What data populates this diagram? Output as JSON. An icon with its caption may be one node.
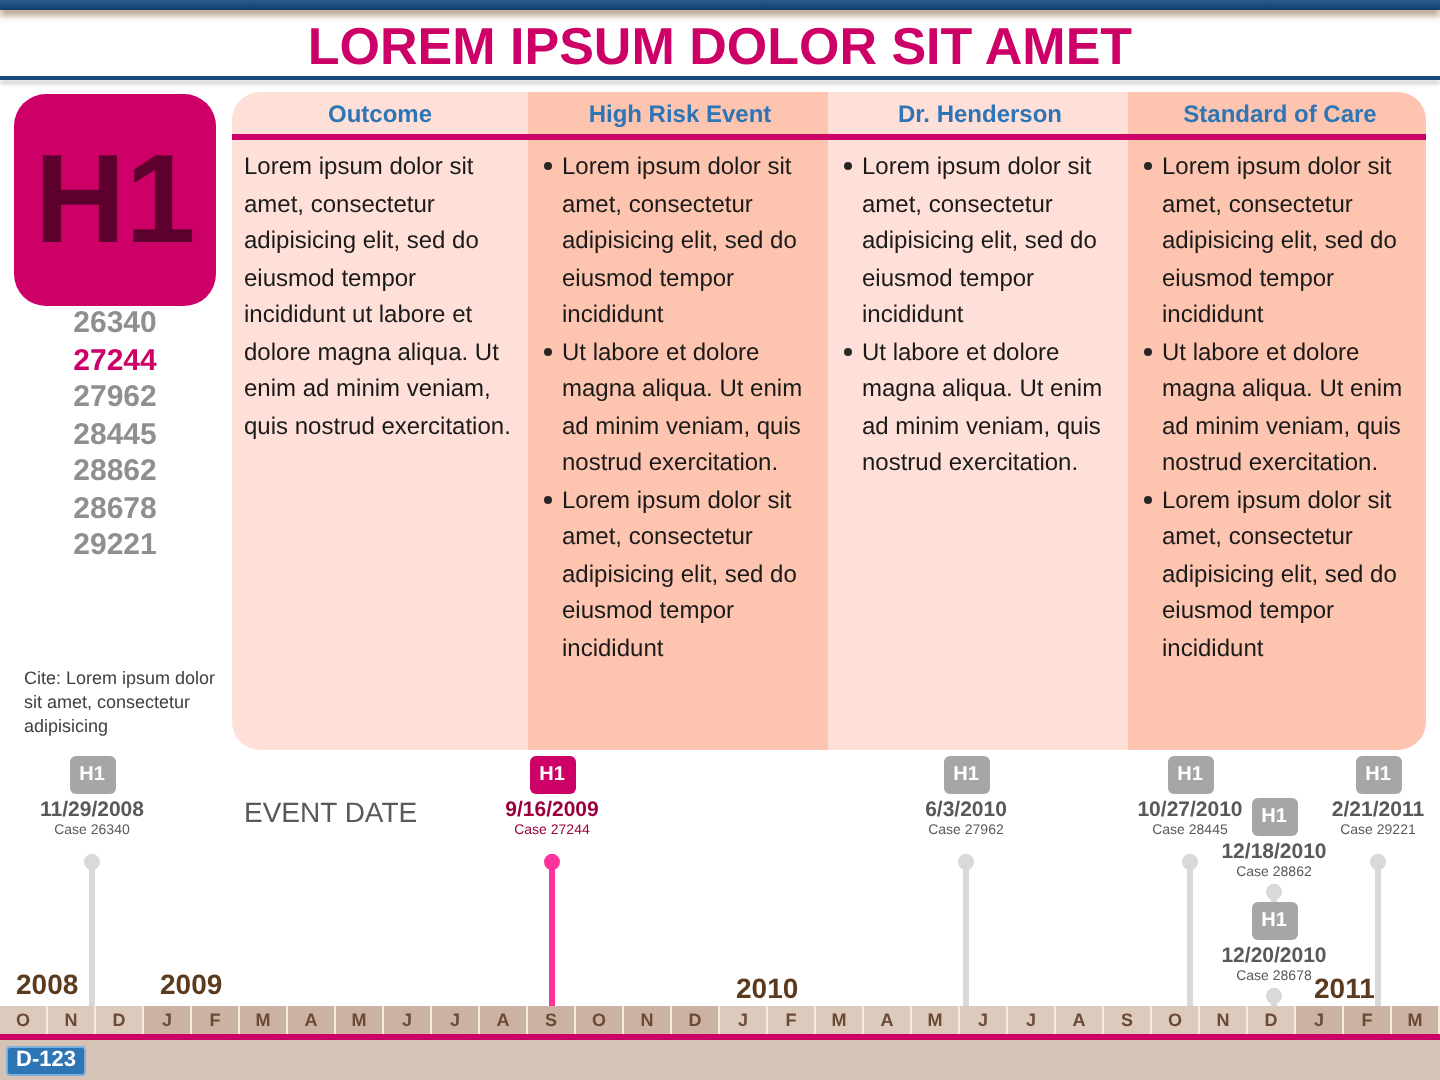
{
  "diagram": {
    "title": "LOREM IPSUM DOLOR SIT AMET",
    "nodes": [
      {
        "text": [
          "H1"
        ]
      },
      {
        "text": [
          "Outcome",
          "Lorem ipsum dolor sit amet, consectetur adipisicing elit, sed do eiusmod tempor incididunt ut labore et dolore magna aliqua. Ut enim ad minim veniam, quis nostrud exercitation."
        ]
      },
      {
        "text": [
          "High Risk Event",
          "Lorem ipsum dolor sit amet, consectetur adipisicing elit, sed do eiusmod tempor incididunt",
          "Ut labore et dolore magna aliqua. Ut enim ad minim veniam, quis nostrud exercitation.",
          "Lorem ipsum dolor sit amet, consectetur adipisicing elit, sed do eiusmod tempor incididunt"
        ]
      },
      {
        "text": [
          "Dr. Henderson",
          "Lorem ipsum dolor sit amet, consectetur adipisicing elit, sed do eiusmod tempor incididunt",
          "Ut labore et dolore magna aliqua. Ut enim ad minim veniam, quis nostrud exercitation."
        ]
      },
      {
        "text": [
          "Standard of Care",
          "Lorem ipsum dolor sit amet, consectetur adipisicing elit, sed do eiusmod tempor incididunt",
          "Ut labore et dolore magna aliqua. Ut enim ad minim veniam, quis nostrud exercitation.",
          "Lorem ipsum dolor sit amet, consectetur adipisicing elit, sed do eiusmod tempor incididunt"
        ]
      },
      {
        "text": [
          "H1",
          "11/29/2008",
          "Case 26340"
        ]
      },
      {
        "text": [
          "H1",
          "9/16/2009",
          "Case 27244"
        ]
      },
      {
        "text": [
          "H1",
          "6/3/2010",
          "Case 27962"
        ]
      },
      {
        "text": [
          "H1",
          "10/27/2010",
          "Case 28445"
        ]
      },
      {
        "text": [
          "H1",
          "12/18/2010",
          "Case 28862"
        ]
      },
      {
        "text": [
          "H1",
          "12/20/2010",
          "Case 28678"
        ]
      },
      {
        "text": [
          "H1",
          "2/21/2011",
          "Case 29221"
        ]
      },
      {
        "text": [
          "O"
        ]
      },
      {
        "text": [
          "N"
        ]
      },
      {
        "text": [
          "D"
        ]
      },
      {
        "text": [
          "J"
        ]
      },
      {
        "text": [
          "F"
        ]
      },
      {
        "text": [
          "M"
        ]
      },
      {
        "text": [
          "A"
        ]
      },
      {
        "text": [
          "M"
        ]
      },
      {
        "text": [
          "J"
        ]
      },
      {
        "text": [
          "J"
        ]
      },
      {
        "text": [
          "A"
        ]
      },
      {
        "text": [
          "S"
        ]
      },
      {
        "text": [
          "O"
        ]
      },
      {
        "text": [
          "N"
        ]
      },
      {
        "text": [
          "D"
        ]
      },
      {
        "text": [
          "J"
        ]
      },
      {
        "text": [
          "F"
        ]
      },
      {
        "text": [
          "M"
        ]
      },
      {
        "text": [
          "A"
        ]
      },
      {
        "text": [
          "M"
        ]
      },
      {
        "text": [
          "J"
        ]
      },
      {
        "text": [
          "J"
        ]
      },
      {
        "text": [
          "A"
        ]
      },
      {
        "text": [
          "S"
        ]
      },
      {
        "text": [
          "O"
        ]
      },
      {
        "text": [
          "N"
        ]
      },
      {
        "text": [
          "D"
        ]
      },
      {
        "text": [
          "J"
        ]
      },
      {
        "text": [
          "F"
        ]
      },
      {
        "text": [
          "M"
        ]
      },
      {
        "text": [
          "D-123"
        ]
      }
    ],
    "edges": [
      {
        "from": 5,
        "to": 13,
        "arrow": "other"
      },
      {
        "from": 6,
        "to": 23,
        "arrow": "other",
        "color": "#ff3399"
      },
      {
        "from": 7,
        "to": 32,
        "arrow": "other"
      },
      {
        "from": 8,
        "to": 36,
        "arrow": "other"
      },
      {
        "from": 9,
        "to": 10,
        "arrow": "other"
      },
      {
        "from": 10,
        "to": 38,
        "arrow": "other"
      },
      {
        "from": 11,
        "to": 40,
        "arrow": "other"
      }
    ],
    "labels": [
      "26340",
      "27244",
      "27962",
      "28445",
      "28862",
      "28678",
      "29221",
      "Cite: Lorem ipsum dolor sit amet, consectetur adipisicing",
      "EVENT DATE",
      "2008",
      "2009",
      "2010",
      "2011"
    ]
  }
}
